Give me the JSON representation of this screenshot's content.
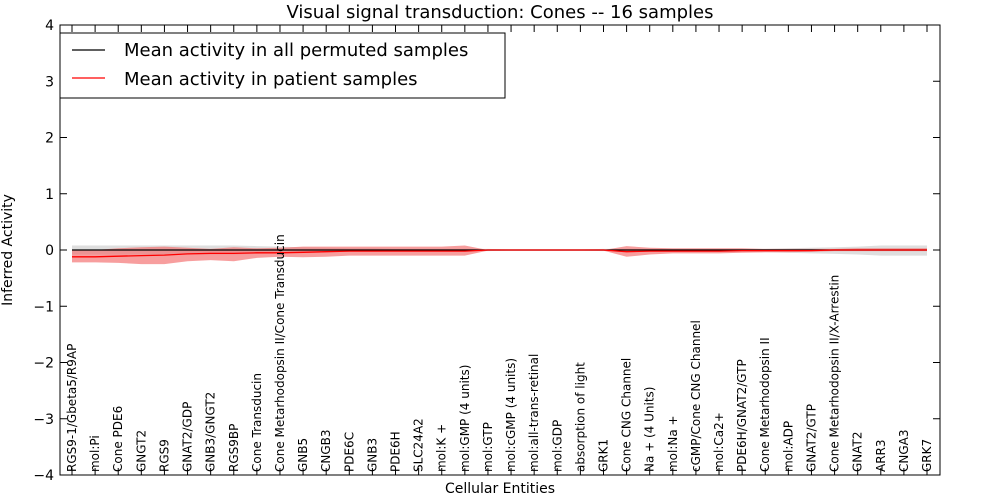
{
  "chart_data": {
    "type": "line",
    "title": "Visual signal transduction: Cones -- 16 samples",
    "xlabel": "Cellular Entities",
    "ylabel": "Inferred Activity",
    "ylim": [
      -4,
      4
    ],
    "yticks": [
      4,
      3,
      2,
      1,
      0,
      -1,
      -2,
      -3,
      -4
    ],
    "ytick_labels": [
      "4",
      "3",
      "2",
      "1",
      "0",
      "−1",
      "−2",
      "−3",
      "−4"
    ],
    "grid": false,
    "legend_position": "top-left",
    "categories": [
      "RGS9-1/Gbeta5/R9AP",
      "mol:Pi",
      "Cone PDE6",
      "GNGT2",
      "RGS9",
      "GNAT2/GDP",
      "GNB3/GNGT2",
      "RGS9BP",
      "Cone Transducin",
      "Cone Metarhodopsin II/Cone Transducin",
      "GNB5",
      "CNGB3",
      "PDE6C",
      "GNB3",
      "PDE6H",
      "SLC24A2",
      "mol:K +",
      "mol:GMP (4 units)",
      "mol:GTP",
      "mol:cGMP (4 units)",
      "mol:all-trans-retinal",
      "mol:GDP",
      "absorption of light",
      "GRK1",
      "Cone CNG Channel",
      "Na + (4 Units)",
      "mol:Na +",
      "cGMP/Cone CNG Channel",
      "mol:Ca2+",
      "PDE6H/GNAT2/GTP",
      "Cone Metarhodopsin II",
      "mol:ADP",
      "GNAT2/GTP",
      "Cone Metarhodopsin II/X-Arrestin",
      "GNAT2",
      "ARR3",
      "CNGA3",
      "GRK7"
    ],
    "series": [
      {
        "name": "Mean activity in all permuted samples",
        "color": "#000000",
        "band_color": "#c8c8c8",
        "values": [
          0,
          0,
          0,
          0,
          0,
          0,
          0,
          0,
          0,
          0,
          0,
          0,
          0,
          0,
          0,
          0,
          0,
          0,
          0,
          0,
          0,
          0,
          0,
          0,
          0,
          0,
          0,
          0,
          0,
          0,
          0,
          0,
          0,
          0,
          0,
          0,
          0,
          0
        ],
        "upper": [
          0.08,
          0.08,
          0.08,
          0.08,
          0.08,
          0.08,
          0.08,
          0.08,
          0.07,
          0.06,
          0.05,
          0.04,
          0.03,
          0.03,
          0.02,
          0.02,
          0.02,
          0.02,
          0.02,
          0.01,
          0.01,
          0.01,
          0.01,
          0.02,
          0.02,
          0.02,
          0.02,
          0.02,
          0.02,
          0.02,
          0.02,
          0.03,
          0.04,
          0.05,
          0.06,
          0.08,
          0.08,
          0.08
        ],
        "lower": [
          -0.08,
          -0.08,
          -0.08,
          -0.08,
          -0.08,
          -0.08,
          -0.08,
          -0.08,
          -0.07,
          -0.06,
          -0.05,
          -0.04,
          -0.03,
          -0.03,
          -0.02,
          -0.02,
          -0.02,
          -0.02,
          -0.02,
          -0.01,
          -0.01,
          -0.01,
          -0.01,
          -0.02,
          -0.02,
          -0.02,
          -0.02,
          -0.02,
          -0.02,
          -0.03,
          -0.04,
          -0.05,
          -0.06,
          -0.07,
          -0.08,
          -0.1,
          -0.1,
          -0.1
        ]
      },
      {
        "name": "Mean activity in patient samples",
        "color": "#ff0000",
        "band_color": "#f26a6a",
        "values": [
          -0.12,
          -0.12,
          -0.11,
          -0.1,
          -0.09,
          -0.07,
          -0.06,
          -0.06,
          -0.05,
          -0.05,
          -0.04,
          -0.03,
          -0.02,
          -0.02,
          -0.02,
          -0.02,
          -0.02,
          -0.02,
          0,
          0,
          0,
          0,
          0,
          0,
          -0.03,
          -0.02,
          -0.02,
          -0.02,
          -0.02,
          -0.01,
          -0.01,
          -0.01,
          -0.01,
          0,
          0,
          0,
          0,
          0
        ],
        "upper": [
          0,
          0,
          0.03,
          0.05,
          0.06,
          0.04,
          0.02,
          0.05,
          0.03,
          0.04,
          0.06,
          0.06,
          0.06,
          0.06,
          0.06,
          0.06,
          0.06,
          0.08,
          0,
          0,
          0,
          0,
          0,
          0,
          0.07,
          0.04,
          0.03,
          0.03,
          0.03,
          0.03,
          0.02,
          0.02,
          0.02,
          0.02,
          0.03,
          0.03,
          0.03,
          0.03
        ],
        "lower": [
          -0.22,
          -0.22,
          -0.23,
          -0.25,
          -0.25,
          -0.2,
          -0.18,
          -0.2,
          -0.14,
          -0.12,
          -0.13,
          -0.12,
          -0.1,
          -0.1,
          -0.1,
          -0.1,
          -0.1,
          -0.1,
          -0.01,
          -0.01,
          -0.01,
          -0.01,
          -0.01,
          -0.01,
          -0.12,
          -0.08,
          -0.06,
          -0.06,
          -0.06,
          -0.05,
          -0.04,
          -0.04,
          -0.03,
          -0.02,
          -0.02,
          -0.02,
          -0.02,
          -0.02
        ]
      }
    ]
  }
}
